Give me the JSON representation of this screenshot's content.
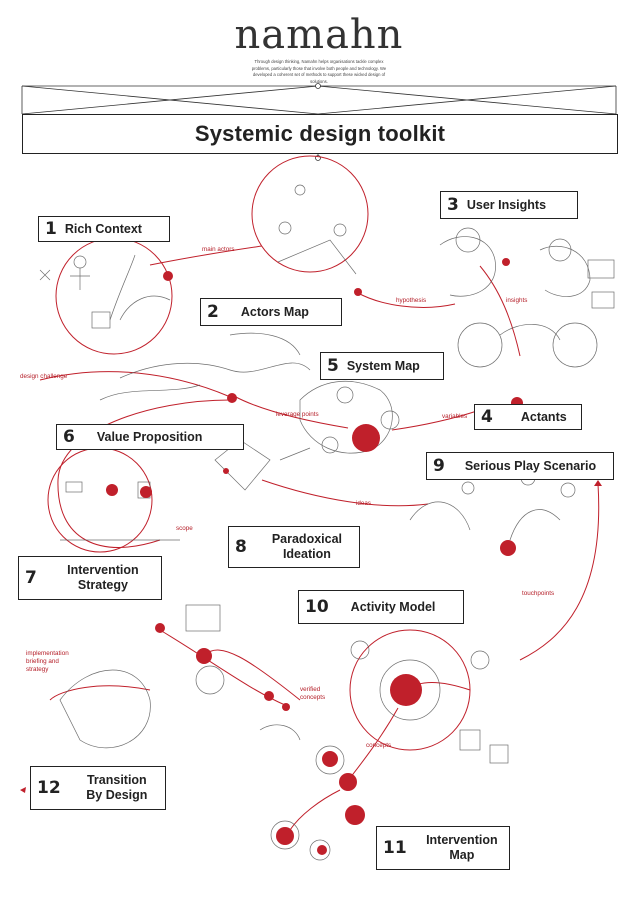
{
  "header": {
    "brand": "namahn",
    "tagline": "Through design thinking, Namahn helps organisations tackle complex problems, particularly those that involve both people and technology. We developed a coherent set of methods to support these wicked design of solutions.",
    "title": "Systemic design toolkit"
  },
  "steps": [
    {
      "number": "1",
      "label": "Rich Context"
    },
    {
      "number": "2",
      "label": "Actors Map"
    },
    {
      "number": "3",
      "label": "User Insights"
    },
    {
      "number": "4",
      "label": "Actants"
    },
    {
      "number": "5",
      "label": "System Map"
    },
    {
      "number": "6",
      "label": "Value  Proposition"
    },
    {
      "number": "7",
      "label_line1": "Intervention",
      "label_line2": "Strategy"
    },
    {
      "number": "8",
      "label_line1": "Paradoxical",
      "label_line2": "Ideation"
    },
    {
      "number": "9",
      "label": "Serious Play Scenario"
    },
    {
      "number": "10",
      "label": "Activity Model"
    },
    {
      "number": "11",
      "label_line1": "Intervention",
      "label_line2": "Map"
    },
    {
      "number": "12",
      "label_line1": "Transition",
      "label_line2": "By Design"
    }
  ],
  "annotations": {
    "main_actors": "main actors",
    "hypothesis": "hypothesis",
    "insights": "insights",
    "design_challenge": "design challenge",
    "leverage_points": "leverage points",
    "variables": "variables",
    "ideas": "ideas",
    "scope": "scope",
    "touchpoints": "touchpoints",
    "implementation": "implementation briefing and strategy",
    "verified_concepts": "verified concepts",
    "concepts": "concepts"
  },
  "colors": {
    "accent": "#c0202b",
    "ink": "#222222",
    "sketch": "#555555"
  }
}
